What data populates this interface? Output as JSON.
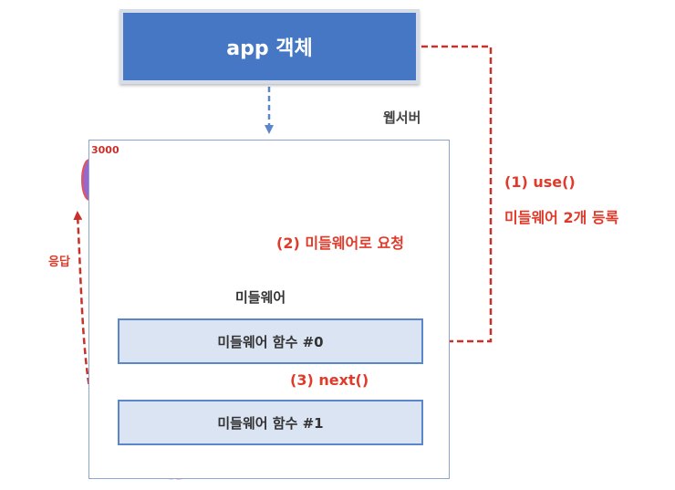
{
  "app_box": {
    "label": "app 객체"
  },
  "server": {
    "label": "웹서버",
    "port": "3000"
  },
  "labels": {
    "use": "(1) use()",
    "register": "미들웨어 2개 등록",
    "request": "(2) 미들웨어로 요청",
    "middleware_title": "미들웨어",
    "next": "(3) next()",
    "response": "응답"
  },
  "middleware_functions": [
    {
      "label": "미들웨어 함수 #0"
    },
    {
      "label": "미들웨어 함수 #1"
    }
  ],
  "icons": {
    "client": "globe-gear-icon",
    "port": "cylinder-port-icon"
  },
  "colors": {
    "app_fill": "#4677c4",
    "arrow_red": "#c8312a",
    "arrow_blue": "#5b86c9",
    "box_fill": "#dbe4f3",
    "port_fill": "#6a3fa6"
  }
}
